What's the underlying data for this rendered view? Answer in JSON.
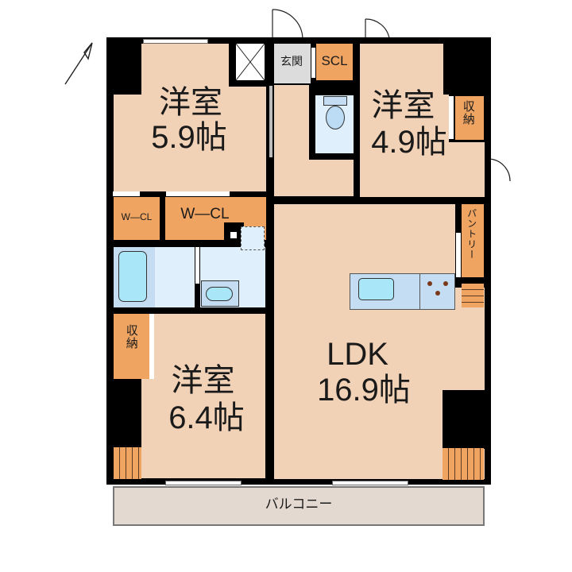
{
  "floorplan": {
    "compass": {
      "icon": "north-arrow-icon"
    },
    "rooms": {
      "western_room_1": {
        "name": "洋室",
        "size": "5.9帖"
      },
      "western_room_2": {
        "name": "洋室",
        "size": "4.9帖"
      },
      "western_room_3": {
        "name": "洋室",
        "size": "6.4帖"
      },
      "ldk": {
        "name": "LDK",
        "size": "16.9帖"
      },
      "entrance": {
        "name": "玄関"
      },
      "shoe_closet": {
        "name": "SCL"
      },
      "walk_in_closet_small": {
        "name": "W—CL"
      },
      "walk_in_closet_large": {
        "name": "W—CL"
      },
      "storage_room2": {
        "name": "収納"
      },
      "storage_room3": {
        "name": "収納"
      },
      "pantry": {
        "name": "パントリー"
      },
      "balcony": {
        "name": "バルコニー"
      }
    },
    "colors": {
      "room_floor": "#f2d2b6",
      "storage": "#efa462",
      "wet_area": "#dfeffb",
      "entrance": "#dcdcdc",
      "balcony": "#e3d9d1",
      "wall": "#000000"
    }
  }
}
